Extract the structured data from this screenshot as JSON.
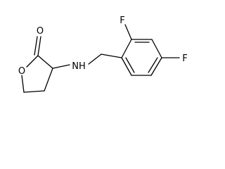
{
  "molecule": {
    "atoms": {
      "carbonyl_oxygen": "O",
      "ring_oxygen": "O",
      "amine": "NH",
      "fluorine_ortho": "F",
      "fluorine_para": "F"
    },
    "colors": {
      "ink": "#000000",
      "background": "#ffffff"
    }
  }
}
